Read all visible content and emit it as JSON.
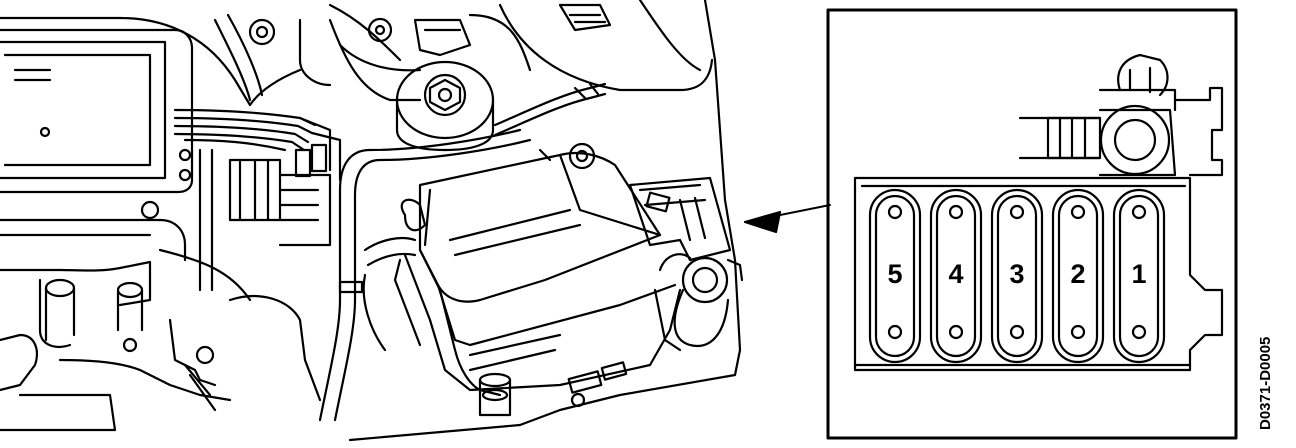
{
  "figure": {
    "code": "D0371-D0005"
  },
  "fuse_block": {
    "fuses": [
      {
        "number": "5"
      },
      {
        "number": "4"
      },
      {
        "number": "3"
      },
      {
        "number": "2"
      },
      {
        "number": "1"
      }
    ]
  }
}
